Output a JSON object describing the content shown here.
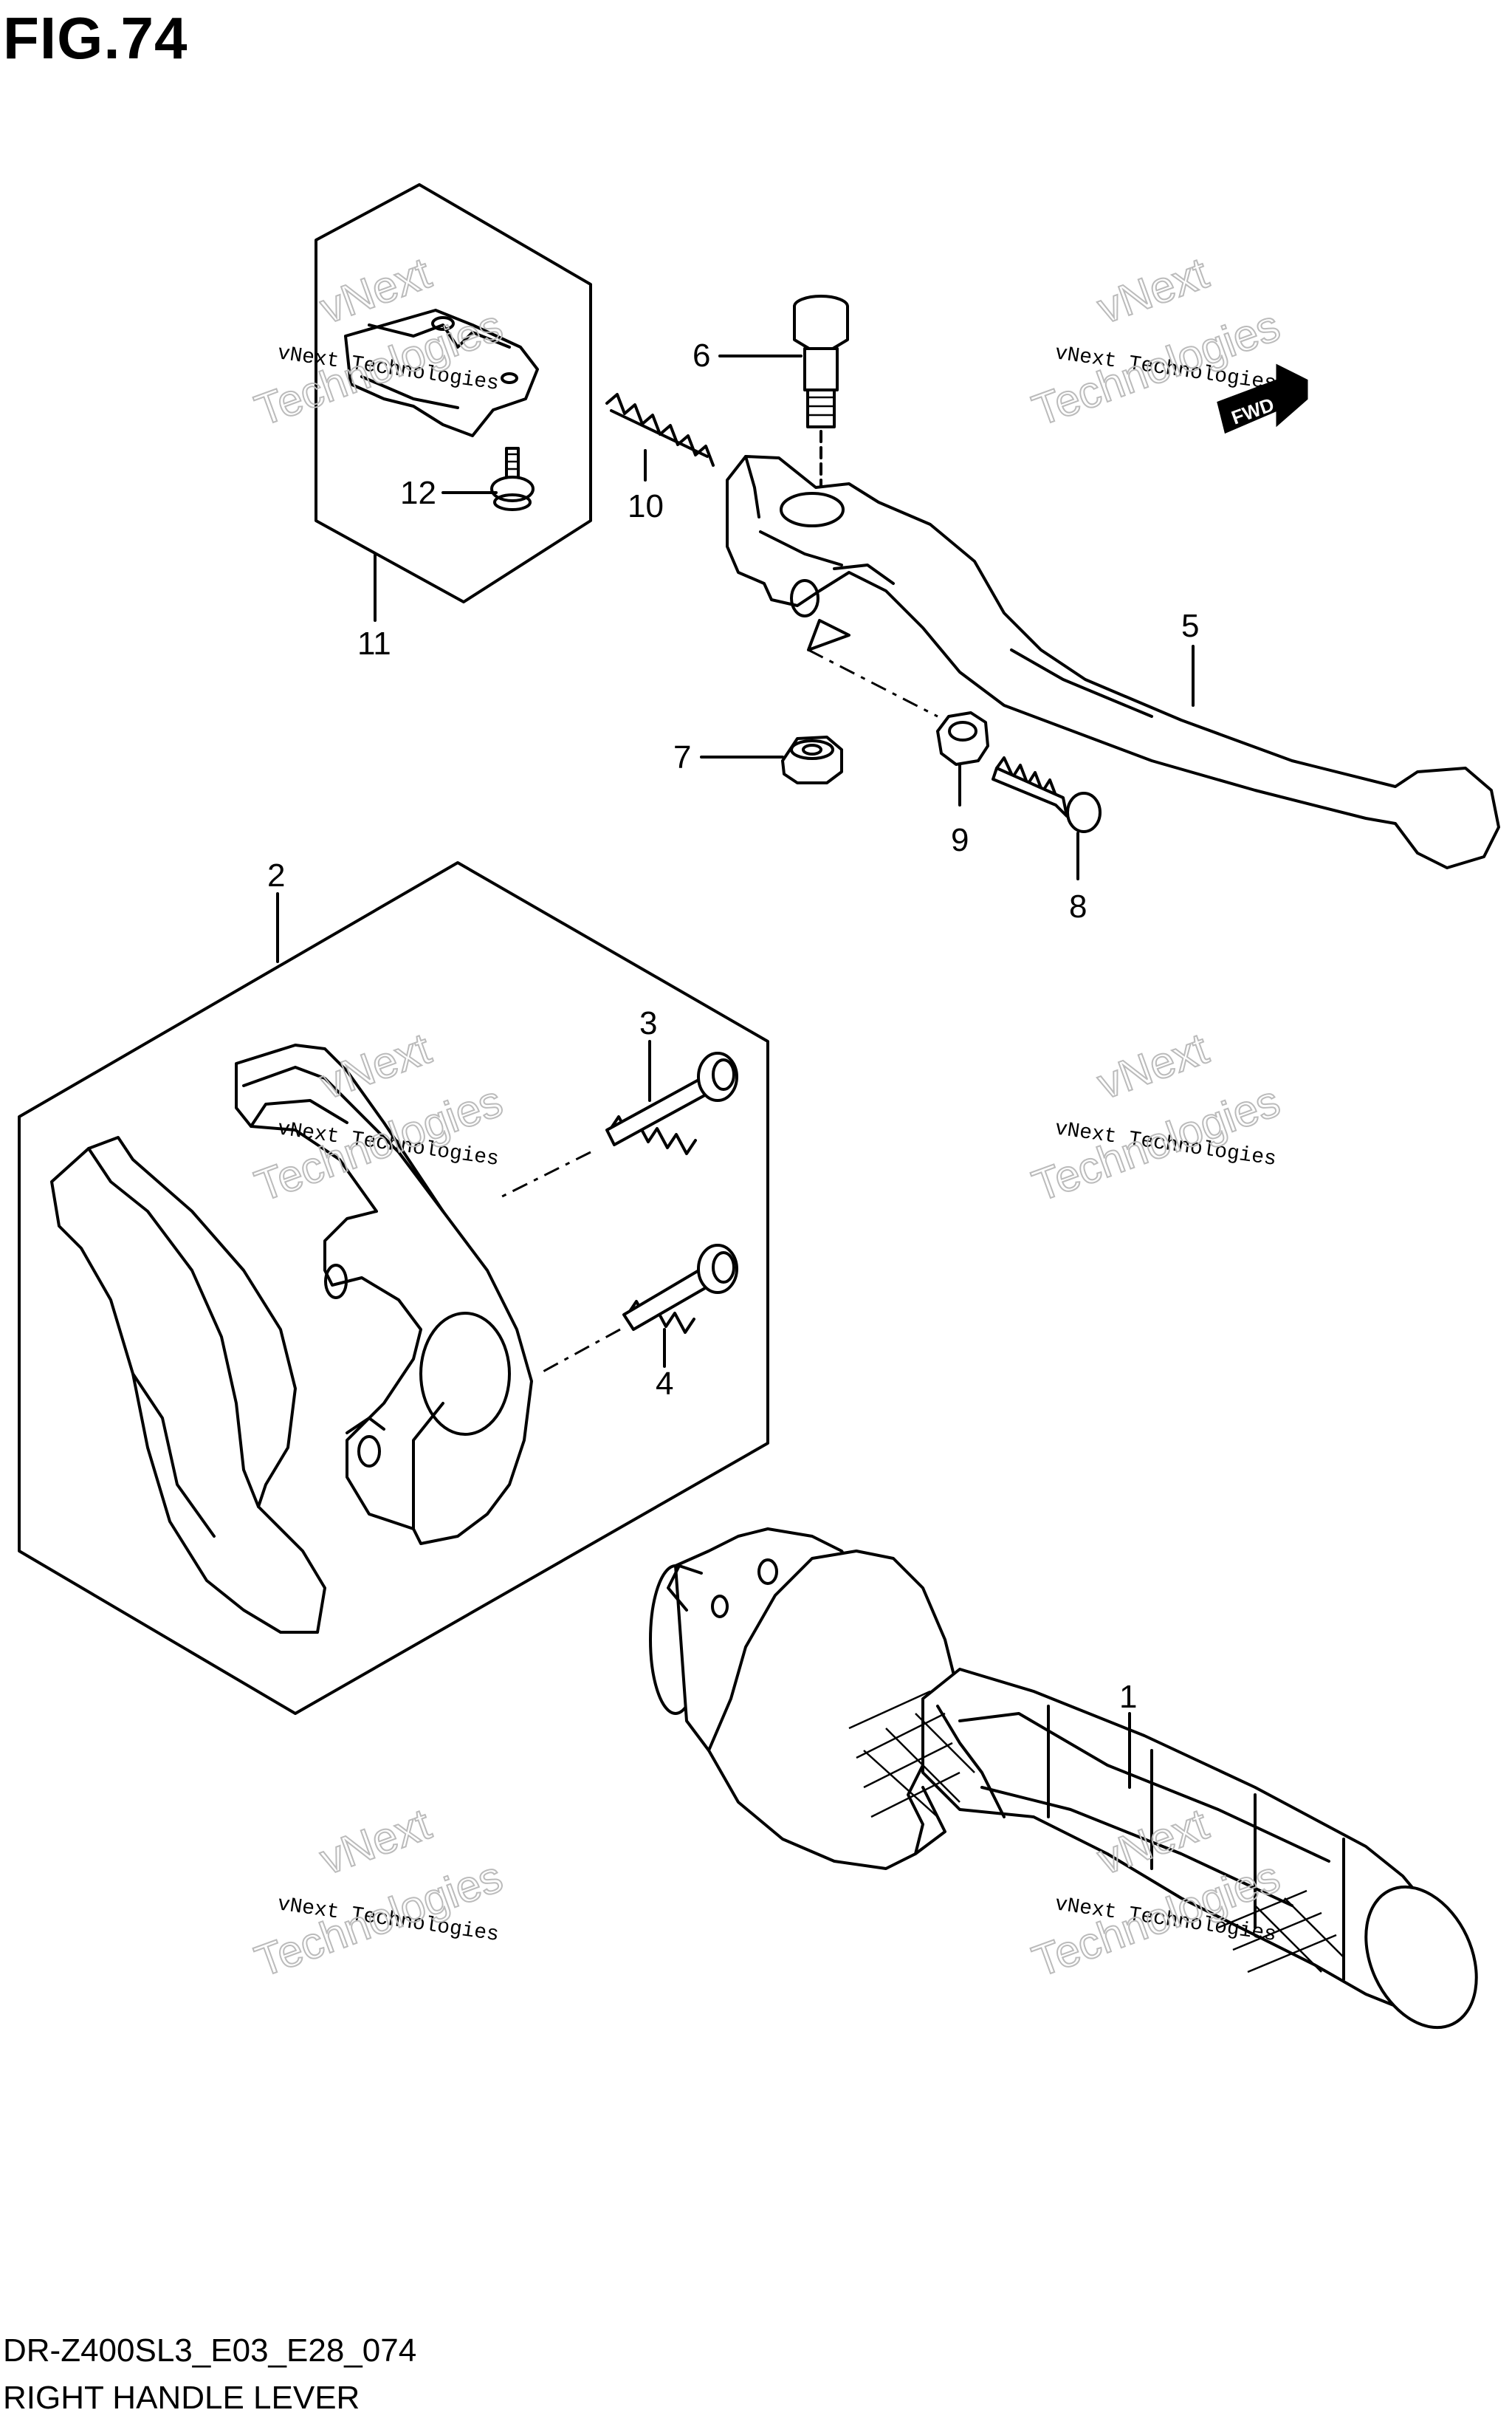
{
  "figure": {
    "title": "FIG.74",
    "model_code": "DR-Z400SL3_E03_E28_074",
    "caption": "RIGHT HANDLE LEVER"
  },
  "callouts": [
    {
      "id": "1",
      "label": "1"
    },
    {
      "id": "2",
      "label": "2"
    },
    {
      "id": "3",
      "label": "3"
    },
    {
      "id": "4",
      "label": "4"
    },
    {
      "id": "5",
      "label": "5"
    },
    {
      "id": "6",
      "label": "6"
    },
    {
      "id": "7",
      "label": "7"
    },
    {
      "id": "8",
      "label": "8"
    },
    {
      "id": "9",
      "label": "9"
    },
    {
      "id": "10",
      "label": "10"
    },
    {
      "id": "11",
      "label": "11"
    },
    {
      "id": "12",
      "label": "12"
    }
  ],
  "fwd_label": "FWD",
  "watermark": {
    "line1": "vNext Technologies",
    "line2": "vNext",
    "line3": "Technologies"
  },
  "colors": {
    "line": "#000000",
    "background": "#ffffff",
    "watermark": "#bbbbbb"
  }
}
